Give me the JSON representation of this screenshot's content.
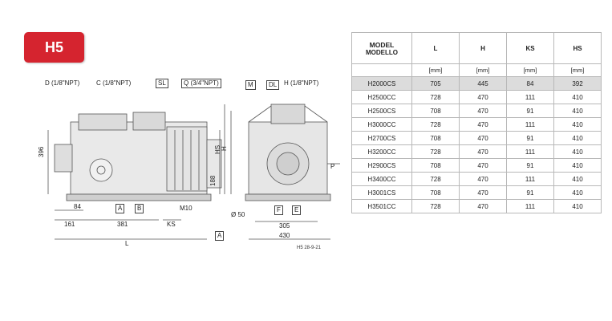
{
  "badge": "H5",
  "drawing": {
    "callouts": {
      "d": "D  (1/8\"NPT)",
      "c": "C  (1/8\"NPT)",
      "sl": "SL",
      "q": "Q (3/4\"NPT)",
      "m": "M",
      "dl": "DL",
      "h": "H  (1/8\"NPT)",
      "a1": "A",
      "b": "B",
      "m10": "M10",
      "f": "F",
      "e": "E",
      "p": "P",
      "a2": "A"
    },
    "dims": {
      "d396": "396",
      "d84": "84",
      "d161": "161",
      "d381": "381",
      "dks": "KS",
      "dl": "L",
      "d188": "188",
      "dhs": "HS",
      "dh": "H",
      "d50": "Ø 50",
      "d305": "305",
      "d430": "430"
    },
    "code": "H5 28-9-21"
  },
  "table": {
    "header": {
      "model": "MODEL",
      "modello": "MODELLO",
      "cols": [
        "L",
        "H",
        "KS",
        "HS"
      ]
    },
    "units": [
      "[mm]",
      "[mm]",
      "[mm]",
      "[mm]"
    ],
    "rows": [
      {
        "model": "H2000CS",
        "L": "705",
        "H": "445",
        "KS": "84",
        "HS": "392"
      },
      {
        "model": "H2500CC",
        "L": "728",
        "H": "470",
        "KS": "111",
        "HS": "410"
      },
      {
        "model": "H2500CS",
        "L": "708",
        "H": "470",
        "KS": "91",
        "HS": "410"
      },
      {
        "model": "H3000CC",
        "L": "728",
        "H": "470",
        "KS": "111",
        "HS": "410"
      },
      {
        "model": "H2700CS",
        "L": "708",
        "H": "470",
        "KS": "91",
        "HS": "410"
      },
      {
        "model": "H3200CC",
        "L": "728",
        "H": "470",
        "KS": "111",
        "HS": "410"
      },
      {
        "model": "H2900CS",
        "L": "708",
        "H": "470",
        "KS": "91",
        "HS": "410"
      },
      {
        "model": "H3400CC",
        "L": "728",
        "H": "470",
        "KS": "111",
        "HS": "410"
      },
      {
        "model": "H3001CS",
        "L": "708",
        "H": "470",
        "KS": "91",
        "HS": "410"
      },
      {
        "model": "H3501CC",
        "L": "728",
        "H": "470",
        "KS": "111",
        "HS": "410"
      }
    ]
  }
}
